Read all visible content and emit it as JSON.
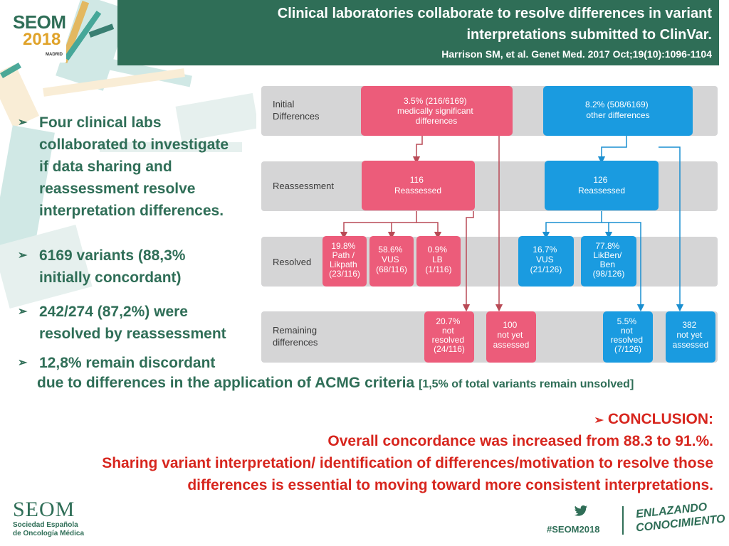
{
  "header": {
    "title_line1": "Clinical laboratories collaborate to resolve differences in variant",
    "title_line2": "interpretations submitted to ClinVar.",
    "citation": "Harrison SM, et al. Genet Med. 2017 Oct;19(10):1096-1104"
  },
  "logo": {
    "name": "SEOM",
    "year": "2018",
    "city": "MADRID"
  },
  "bullets": [
    {
      "lines": [
        "Four clinical labs",
        "collaborated to investigate",
        "if data sharing and",
        "reassessment resolve",
        "interpretation differences."
      ]
    },
    {
      "lines": [
        "6169 variants (88,3%",
        "initially concordant)"
      ]
    },
    {
      "lines": [
        "242/274 (87,2%) were",
        "resolved by reassessment"
      ]
    },
    {
      "lines": [
        "12,8% remain discordant"
      ]
    }
  ],
  "acmg": {
    "text": "due to differences in the application of ACMG criteria",
    "note": "[1,5% of total variants remain unsolved]"
  },
  "conclusion": {
    "heading": "CONCLUSION:",
    "line1": "Overall concordance was increased from 88.3 to 91.%.",
    "line2": "Sharing variant interpretation/ identification of differences/motivation to resolve those",
    "line3": "differences is essential to moving toward more consistent interpretations."
  },
  "diagram": {
    "colors": {
      "pink": "#ec5c7a",
      "blue": "#1a9be0",
      "band": "#d5d5d6"
    },
    "rows": {
      "initial": [
        "Initial",
        "Differences"
      ],
      "reassessment": [
        "Reassessment"
      ],
      "resolved": [
        "Resolved"
      ],
      "remaining": [
        "Remaining",
        "differences"
      ]
    },
    "boxes": {
      "init_pink": [
        "3.5% (216/6169)",
        "medically significant",
        "differences"
      ],
      "init_blue": [
        "8.2% (508/6169)",
        "other differences"
      ],
      "reas_pink": [
        "116",
        "Reassessed"
      ],
      "reas_blue": [
        "126",
        "Reassessed"
      ],
      "res_p1": [
        "19.8%",
        "Path /",
        "Likpath",
        "(23/116)"
      ],
      "res_p2": [
        "58.6%",
        "VUS",
        "(68/116)"
      ],
      "res_p3": [
        "0.9%",
        "LB",
        "(1/116)"
      ],
      "res_b1": [
        "16.7%",
        "VUS",
        "(21/126)"
      ],
      "res_b2": [
        "77.8%",
        "LikBen/",
        "Ben",
        "(98/126)"
      ],
      "rem_p1": [
        "20.7%",
        "not",
        "resolved",
        "(24/116)"
      ],
      "rem_p2": [
        "100",
        "not yet",
        "assessed"
      ],
      "rem_b1": [
        "5.5%",
        "not",
        "resolved",
        "(7/126)"
      ],
      "rem_b2": [
        "382",
        "not yet",
        "assessed"
      ]
    }
  },
  "footer": {
    "seom": "SEOM",
    "sub1": "Sociedad Española",
    "sub2": "de Oncología Médica",
    "hashtag": "#SEOM2018",
    "slogan1": "ENLAZANDO",
    "slogan2": "CONOCIMIENTO"
  }
}
